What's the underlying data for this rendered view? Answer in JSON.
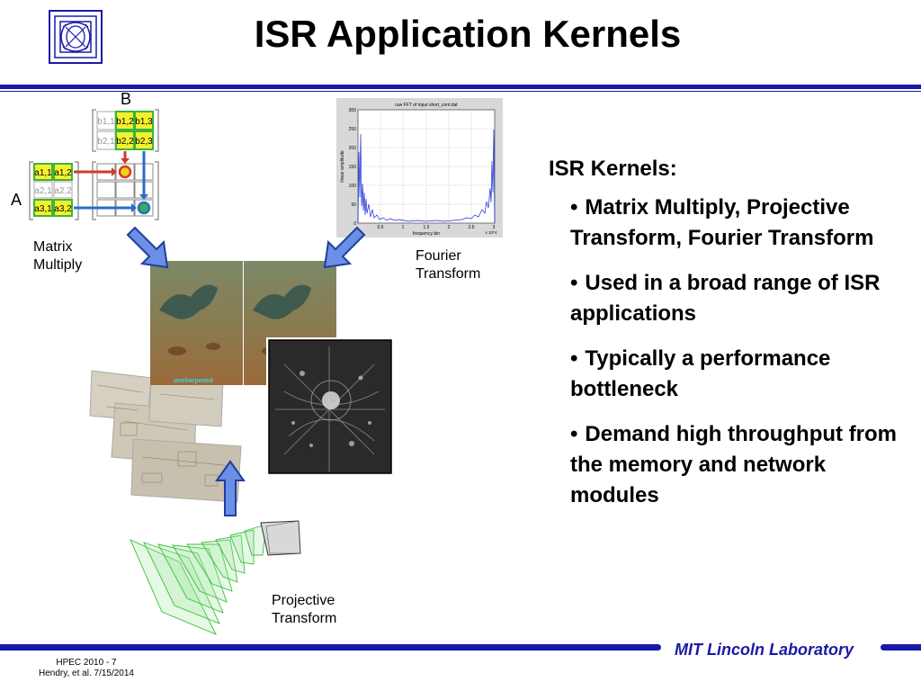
{
  "slide": {
    "title": "ISR Application Kernels",
    "labels": {
      "matrix_multiply": [
        "Matrix",
        "Multiply"
      ],
      "fourier_transform": [
        "Fourier",
        "Transform"
      ],
      "projective_transform": [
        "Projective",
        "Transform"
      ]
    },
    "bullets": {
      "heading": "ISR Kernels:",
      "items": [
        "Matrix Multiply, Projective Transform, Fourier Transform",
        "Used in a broad range of ISR applications",
        "Typically a performance bottleneck",
        "Demand high throughput from the memory and network modules"
      ]
    },
    "footer": {
      "brand": "MIT Lincoln Laboratory",
      "event": "HPEC 2010 - 7",
      "author": "Hendry, et al. 7/15/2014"
    }
  },
  "matrix_figure": {
    "matrix_b_label": "B",
    "matrix_a_label": "A",
    "b_cells": [
      [
        "b1,1",
        "b1,2",
        "b1,3"
      ],
      [
        "b2,1",
        "b2,2",
        "b2,3"
      ]
    ],
    "a_cells": [
      [
        "a1,1",
        "a1,2"
      ],
      [
        "a2,1",
        "a2,2"
      ],
      [
        "a3,1",
        "a3,2"
      ]
    ]
  },
  "fft_plot": {
    "title": "raw FFT of input short_cont.dat",
    "xlabel": "frequency bin",
    "ylabel": "linear amplitude",
    "y_ticks": [
      "0",
      "50",
      "100",
      "150",
      "200",
      "250",
      "300"
    ],
    "x_ticks": [
      "0.5",
      "1",
      "1.5",
      "2",
      "2.5",
      "3"
    ],
    "x_scale": "x 10^4"
  },
  "image_overlay": {
    "caption": "unsharpened"
  },
  "colors": {
    "accent_blue": "#1a1aa8",
    "arrow_fill": "#6b8fe6",
    "arrow_stroke": "#1f3f9f",
    "cell_highlight": "#f4f12e",
    "cell_border_green": "#3cb43c"
  }
}
